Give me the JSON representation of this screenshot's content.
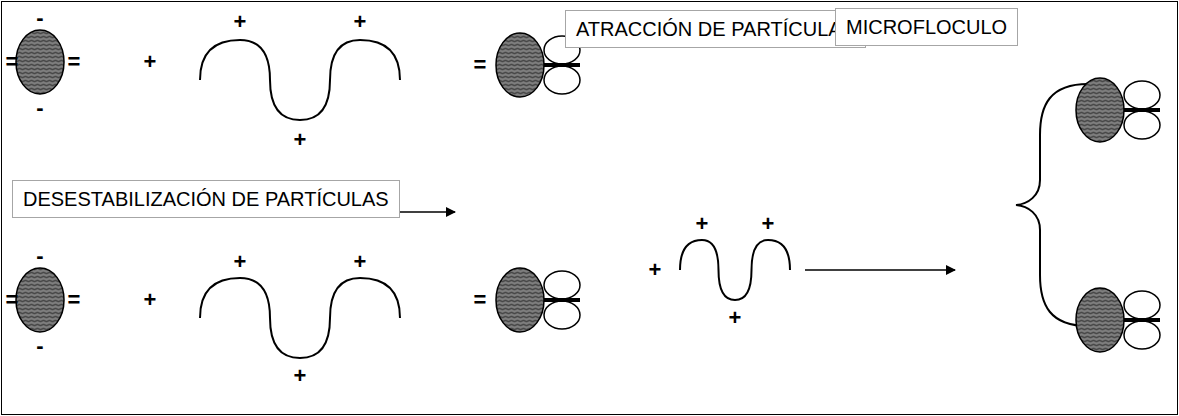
{
  "diagram": {
    "nodes": [
      {
        "text": [
          "DESESTABILIZACIÓN DE PARTÍCULAS"
        ]
      },
      {
        "text": [
          "ATRACCIÓN DE PARTÍCULAS"
        ]
      },
      {
        "text": [
          "MICROFLOCULO"
        ]
      }
    ],
    "labels": [
      "-",
      "-",
      "=",
      "=",
      "+",
      "+",
      "+",
      "+",
      "-",
      "-",
      "=",
      "=",
      "+",
      "+",
      "+",
      "+",
      "=",
      "=",
      "+",
      "+",
      "+",
      "+"
    ]
  }
}
